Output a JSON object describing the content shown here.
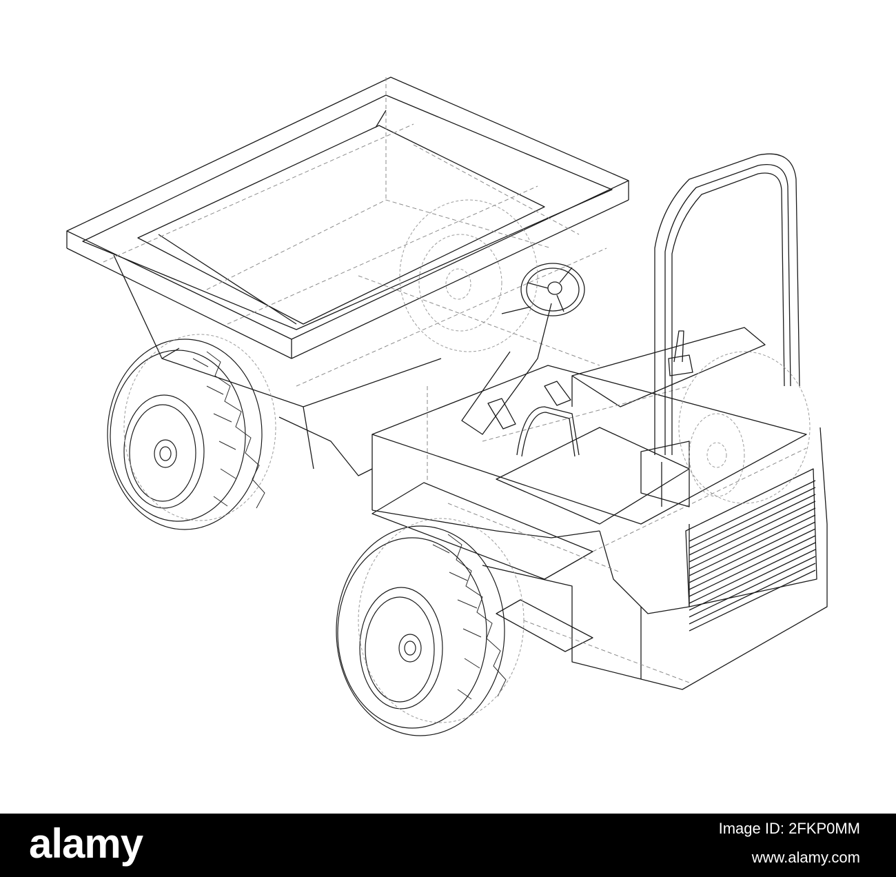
{
  "footer": {
    "brand": "alamy",
    "image_id": "Image ID: 2FKP0MM",
    "site": "www.alamy.com"
  },
  "colors": {
    "background": "#ffffff",
    "line": "#1a1a1a",
    "hidden_line": "#8a8a8a",
    "footer_background": "#000000",
    "footer_text": "#ffffff"
  }
}
